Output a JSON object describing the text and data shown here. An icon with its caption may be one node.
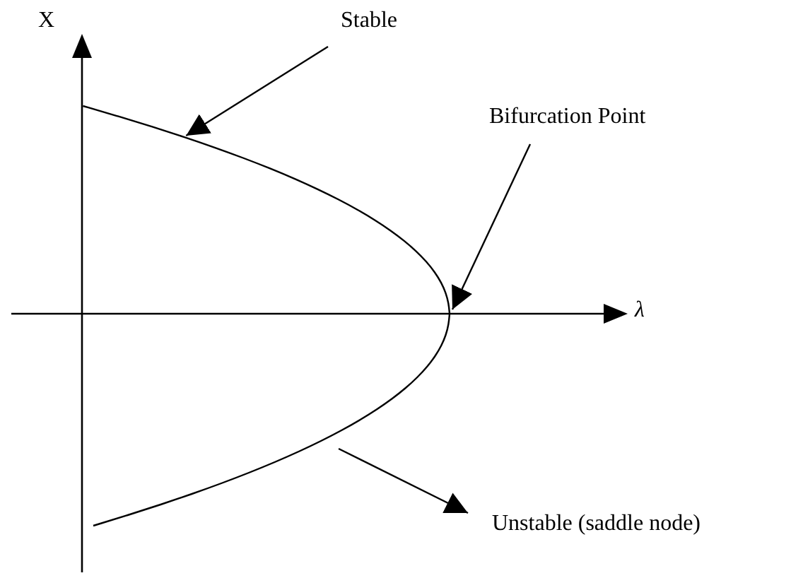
{
  "diagram": {
    "nodes": [
      {
        "text": [
          "Stable"
        ]
      },
      {
        "text": [],
        "shape": "curve"
      },
      {
        "text": [
          "Bifurcation Point"
        ]
      },
      {
        "text": [],
        "shape": "curve"
      },
      {
        "text": [
          "Unstable (saddle node)"
        ]
      }
    ],
    "edges": [
      {
        "from": 0,
        "to": 1,
        "arrow": "to"
      },
      {
        "from": 2,
        "to": 3,
        "arrow": "to"
      },
      {
        "from": 3,
        "to": 4,
        "arrow": "to"
      }
    ],
    "labels": [
      "X",
      "λ"
    ]
  }
}
